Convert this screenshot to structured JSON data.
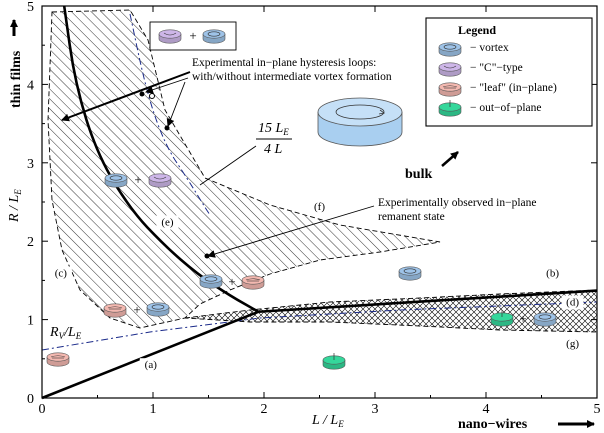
{
  "chart_data": {
    "type": "diagram",
    "x": {
      "label_main": "L / L",
      "label_sub": "E",
      "range": [
        0,
        5
      ],
      "ticks": [
        "0",
        "1",
        "2",
        "3",
        "4",
        "5"
      ]
    },
    "y": {
      "label_main": "R / L",
      "label_sub": "E",
      "range": [
        0,
        5
      ],
      "ticks": [
        "0",
        "1",
        "2",
        "3",
        "4",
        "5"
      ]
    },
    "direction_labels": {
      "top": "thin films",
      "right": "nano−wires",
      "middle": "bulk"
    },
    "region_labels": [
      "(a)",
      "(b)",
      "(c)",
      "(d)",
      "(e)",
      "(f)",
      "(g)"
    ],
    "boundary_curves": [
      {
        "name": "vortex-boundary",
        "points": [
          [
            0.2,
            5.0
          ],
          [
            0.3,
            4.0
          ],
          [
            0.5,
            3.1
          ],
          [
            0.8,
            2.4
          ],
          [
            1.1,
            1.95
          ],
          [
            1.4,
            1.58
          ],
          [
            1.7,
            1.3
          ],
          [
            1.95,
            1.1
          ]
        ]
      },
      {
        "name": "nanowire-boundary",
        "points": [
          [
            1.95,
            1.1
          ],
          [
            5.0,
            1.37
          ]
        ]
      },
      {
        "name": "lower-boundary",
        "points": [
          [
            0.0,
            0.0
          ],
          [
            1.95,
            1.1
          ]
        ]
      }
    ],
    "annotations": {
      "hysteresis_line1": "Experimental in−plane hysteresis loops:",
      "hysteresis_line2": "with/without intermediate vortex formation",
      "remanent_line1": "Experimentally observed in−plane",
      "remanent_line2": "remanent state",
      "rv_main": "R",
      "rv_sub": "V",
      "rv_rest": "/L",
      "rv_sub2": "E",
      "formula_num": "15 L",
      "formula_num_sub": "E",
      "formula_den": "4 L"
    },
    "legend": {
      "title": "Legend",
      "entries": [
        {
          "label": "− vortex",
          "color": "#9ec3e8"
        },
        {
          "label": "− \"C\"−type",
          "color": "#cdb6e8"
        },
        {
          "label": "− \"leaf\" (in−plane)",
          "color": "#f3b8b0"
        },
        {
          "label": "− out−of−plane",
          "color": "#34d79b"
        }
      ]
    },
    "plus_sign": "+"
  }
}
